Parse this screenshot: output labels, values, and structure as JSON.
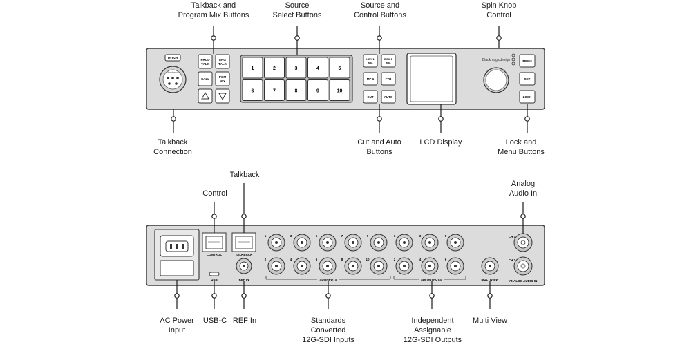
{
  "front_panel": {
    "callouts": {
      "talkback_program_mix": "Talkback and\nProgram Mix Buttons",
      "source_select": "Source\nSelect Buttons",
      "source_control": "Source and\nControl  Buttons",
      "spin_knob": "Spin Knob\nControl",
      "talkback_connection": "Talkback\nConnection",
      "cut_auto": "Cut and Auto\nButtons",
      "lcd_display": "LCD Display",
      "lock_menu": "Lock and\nMenu Buttons"
    },
    "buttons": {
      "push": "PUSH",
      "prod_talk": [
        "PROD",
        "TALK"
      ],
      "eng_talk": [
        "ENG",
        "TALK"
      ],
      "call": "CALL",
      "pgm_mix": [
        "PGM",
        "MIX"
      ],
      "source_numbers": [
        "1",
        "2",
        "3",
        "4",
        "5",
        "6",
        "7",
        "8",
        "9",
        "10"
      ],
      "key1_mix": [
        "KEY 1",
        "MIX"
      ],
      "dsk1_mix": [
        "DSK 1",
        "MIX"
      ],
      "mp1": "MP 1",
      "ftb": "FTB",
      "cut": "CUT",
      "auto": "AUTO",
      "menu": "MENU",
      "set": "SET",
      "lock": "LOCK"
    },
    "brand": "Blackmagicdesign",
    "xlr_brand": "Amphenol"
  },
  "rear_panel": {
    "callouts": {
      "talkback": "Talkback",
      "control": "Control",
      "analog_audio_in": "Analog\nAudio In",
      "ac_power": "AC Power\nInput",
      "usb_c": "USB-C",
      "ref_in": "REF In",
      "converted_inputs": "Standards\nConverted\n12G-SDI Inputs",
      "assignable_outputs": "Independent\nAssignable\n12G-SDI Outputs",
      "multi_view": "Multi View"
    },
    "port_labels": {
      "control": "CONTROL",
      "talkback": "TALKBACK",
      "usb": "USB",
      "ref_in": "REF IN",
      "sdi_inputs": "SDI INPUTS",
      "sdi_outputs": "SDI OUTPUTS",
      "multiview": "MULTIVIEW",
      "analog_audio_in": "ANALOG AUDIO IN",
      "ch1": "CH 1",
      "ch2": "CH 2"
    },
    "input_numbers_top": [
      "1",
      "3",
      "5",
      "7",
      "9"
    ],
    "input_numbers_bottom": [
      "2",
      "4",
      "6",
      "8",
      "10"
    ],
    "output_numbers_top": [
      "1",
      "3",
      "5"
    ],
    "output_numbers_bottom": [
      "2",
      "4",
      "6"
    ]
  }
}
